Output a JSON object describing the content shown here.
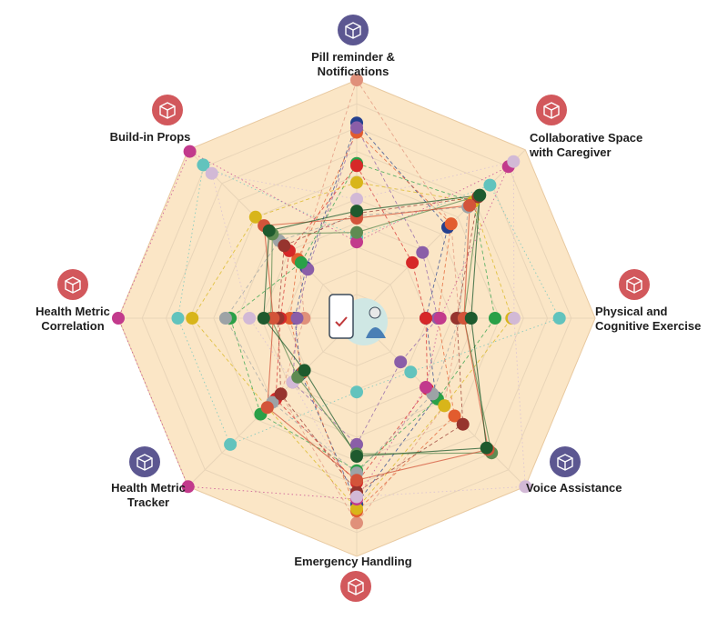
{
  "chart_data": {
    "type": "radar",
    "axes": [
      {
        "label_lines": [
          "Pill reminder &",
          "Notifications"
        ],
        "icon": "box-icon",
        "icon_color": "#5c5791"
      },
      {
        "label_lines": [
          "Collaborative Space",
          "with Caregiver"
        ],
        "icon": "box-icon",
        "icon_color": "#d2585c"
      },
      {
        "label_lines": [
          "Physical and",
          "Cognitive Exercise"
        ],
        "icon": "box-icon",
        "icon_color": "#d2585c"
      },
      {
        "label_lines": [
          "Voice Assistance"
        ],
        "icon": "box-icon",
        "icon_color": "#5c5791"
      },
      {
        "label_lines": [
          "Emergency Handling"
        ],
        "icon": "box-icon",
        "icon_color": "#d2585c"
      },
      {
        "label_lines": [
          "Health Metric",
          "Tracker"
        ],
        "icon": "box-icon",
        "icon_color": "#5c5791"
      },
      {
        "label_lines": [
          "Health Metric",
          "Correlation"
        ],
        "icon": "box-icon",
        "icon_color": "#d2585c"
      },
      {
        "label_lines": [
          "Build-in Props"
        ],
        "icon": "box-icon",
        "icon_color": "#d2585c"
      }
    ],
    "levels": 10,
    "grid": true,
    "center_icon": "elderly-user-with-phone-icon",
    "series": [
      {
        "color": "#e0907a",
        "line": "dashed",
        "values": [
          10,
          5.6,
          4.3,
          5.2,
          8.6,
          4.5,
          2.2,
          3.4
        ]
      },
      {
        "color": "#24408e",
        "line": "dashed",
        "values": [
          8.2,
          5.4,
          2.9,
          4.7,
          7.8,
          3.3,
          2.6,
          3.0
        ]
      },
      {
        "color": "#e25c2e",
        "line": "dashed",
        "values": [
          7.8,
          5.6,
          3.4,
          5.8,
          8.1,
          3.2,
          2.8,
          3.5
        ]
      },
      {
        "color": "#8a5ea8",
        "line": "dashed",
        "values": [
          8.0,
          3.9,
          3.4,
          2.6,
          5.3,
          3.8,
          2.5,
          2.9
        ]
      },
      {
        "color": "#2aa048",
        "line": "dashed",
        "values": [
          6.5,
          6.9,
          5.8,
          4.8,
          6.4,
          5.7,
          5.3,
          3.3
        ]
      },
      {
        "color": "#d62828",
        "line": "dashed",
        "values": [
          6.4,
          3.3,
          2.9,
          4.2,
          6.9,
          4.8,
          3.2,
          4.0
        ]
      },
      {
        "color": "#d8b51a",
        "line": "dashed",
        "values": [
          5.7,
          6.9,
          6.5,
          5.2,
          8.0,
          5.3,
          6.9,
          6.0
        ]
      },
      {
        "color": "#9da3a6",
        "line": "dashed",
        "values": [
          4.3,
          6.6,
          4.3,
          4.5,
          6.5,
          5.0,
          5.5,
          4.6
        ]
      },
      {
        "color": "#96342e",
        "line": "dashed",
        "values": [
          4.4,
          7.2,
          4.2,
          6.3,
          7.3,
          4.5,
          3.3,
          4.3
        ]
      },
      {
        "color": "#62c3bd",
        "line": "dotted",
        "values": [
          3.4,
          7.9,
          8.5,
          3.2,
          3.1,
          7.5,
          7.5,
          9.1
        ]
      },
      {
        "color": "#c23a8c",
        "line": "dotted",
        "values": [
          3.2,
          9.0,
          3.5,
          4.1,
          7.6,
          10.0,
          10.0,
          9.9
        ]
      },
      {
        "color": "#d2b9d6",
        "line": "dotted",
        "values": [
          5.0,
          9.3,
          6.6,
          10.0,
          7.5,
          3.8,
          4.5,
          8.6
        ]
      },
      {
        "color": "#5e8b52",
        "line": "solid",
        "values": [
          3.6,
          7.3,
          4.5,
          8.0,
          5.7,
          3.5,
          3.6,
          5.0
        ]
      },
      {
        "color": "#d3543a",
        "line": "solid",
        "values": [
          4.2,
          6.7,
          4.5,
          7.8,
          6.8,
          5.3,
          3.5,
          5.5
        ]
      },
      {
        "color": "#1e5a2e",
        "line": "solid",
        "values": [
          4.5,
          7.3,
          4.8,
          7.7,
          5.8,
          3.1,
          3.9,
          5.2
        ]
      }
    ]
  }
}
